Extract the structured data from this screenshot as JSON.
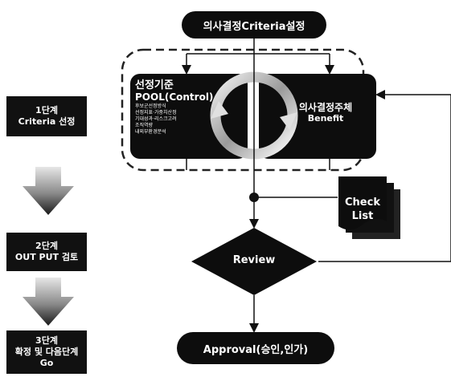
{
  "top": {
    "label": "의사결정Criteria설정"
  },
  "pool": {
    "title": "선정기준",
    "subtitle": "POOL(Control)",
    "details": [
      "후보군선정방식",
      "선정지표·가중치산정",
      "기대성과·리스크고려",
      "조직역량",
      "내외부환경분석"
    ]
  },
  "decision_body": {
    "title": "의사결정주체",
    "subtitle": "Benefit"
  },
  "review": {
    "label": "Review"
  },
  "checklist": {
    "line1": "Check",
    "line2": "List"
  },
  "approval": {
    "label": "Approval(승인,인가)"
  },
  "steps": [
    {
      "line1": "1단계",
      "line2": "Criteria 선정",
      "line3": ""
    },
    {
      "line1": "2단계",
      "line2": "OUT PUT 검토",
      "line3": ""
    },
    {
      "line1": "3단계",
      "line2": "확정 및 다음단계",
      "line3": "Go"
    }
  ]
}
